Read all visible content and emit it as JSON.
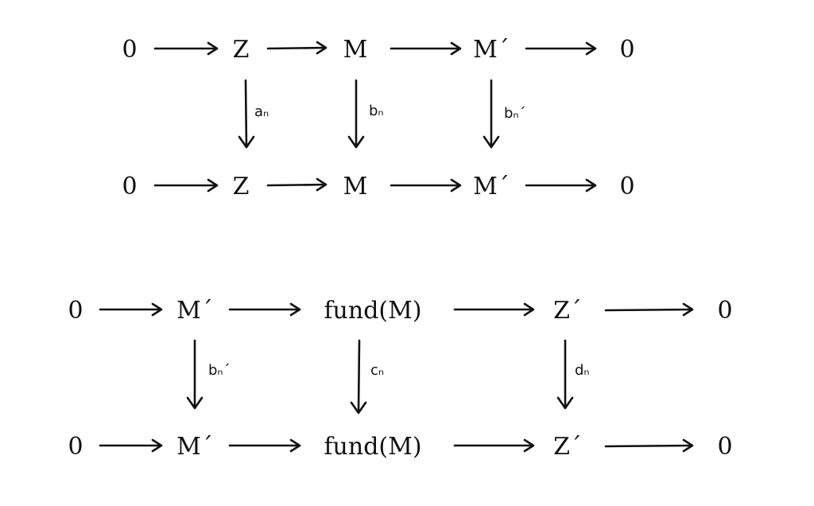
{
  "diagrams": [
    {
      "top_row": [
        "0",
        "Z",
        "M",
        "M´",
        "0"
      ],
      "bottom_row": [
        "0",
        "Z",
        "M",
        "M´",
        "0"
      ],
      "vertical_maps": [
        "aₙ",
        "bₙ",
        "bₙ´"
      ]
    },
    {
      "top_row": [
        "0",
        "M´",
        "fund(M)",
        "Z´",
        "0"
      ],
      "bottom_row": [
        "0",
        "M´",
        "fund(M)",
        "Z´",
        "0"
      ],
      "vertical_maps": [
        "bₙ´",
        "cₙ",
        "dₙ"
      ]
    }
  ]
}
